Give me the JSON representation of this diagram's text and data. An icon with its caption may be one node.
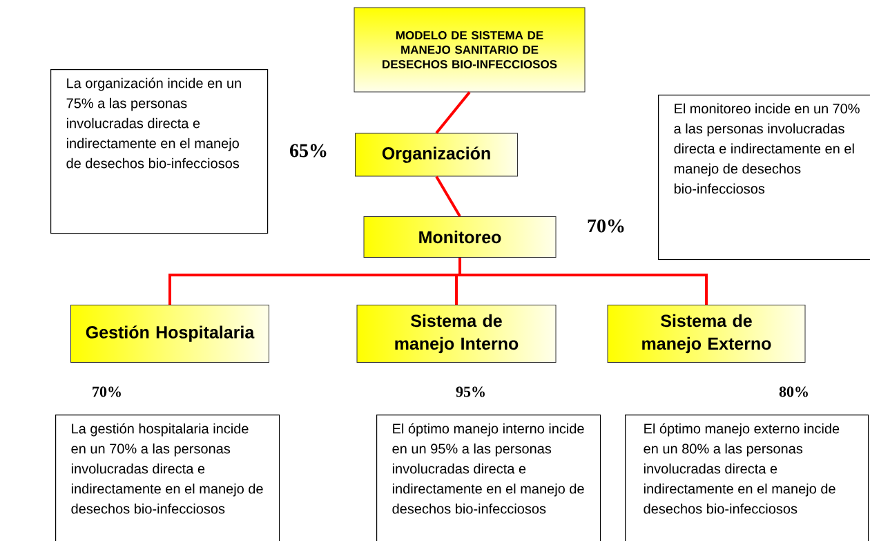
{
  "diagram": {
    "nodes": [
      {
        "text": [
          "MODELO DE SISTEMA DE MANEJO SANITARIO DE DESECHOS BIO-INFECCIOSOS"
        ]
      },
      {
        "text": [
          "Organización"
        ],
        "beside": [
          "65%"
        ]
      },
      {
        "text": [
          "Monitoreo"
        ],
        "beside": [
          "70%"
        ]
      },
      {
        "text": [
          "Gestión Hospitalaria"
        ],
        "beside": [
          "70%"
        ]
      },
      {
        "text": [
          "Sistema de manejo Interno"
        ],
        "beside": [
          "95%"
        ]
      },
      {
        "text": [
          "Sistema de manejo Externo"
        ],
        "beside": [
          "80%"
        ]
      },
      {
        "text": [
          "La organización incide en un 75% a las personas involucradas directa e indirectamente en el manejo de desechos bio-infecciosos"
        ]
      },
      {
        "text": [
          "El monitoreo incide en un 70% a las personas involucradas directa e indirectamente en el manejo de desechos bio-infecciosos"
        ]
      },
      {
        "text": [
          "La gestión hospitalaria incide en un 70% a las personas involucradas directa e indirectamente en el manejo de desechos bio-infecciosos"
        ]
      },
      {
        "text": [
          "El óptimo manejo interno incide en un 95% a las personas involucradas directa e indirectamente en el manejo de desechos bio-infecciosos"
        ]
      },
      {
        "text": [
          "El óptimo manejo externo incide en un 80% a las personas involucradas directa e indirectamente en el manejo de desechos bio-infecciosos"
        ]
      }
    ],
    "edges": [
      {
        "from": 0,
        "to": 1,
        "arrow": "none"
      },
      {
        "from": 1,
        "to": 2,
        "arrow": "none"
      },
      {
        "from": 2,
        "to": 3,
        "arrow": "none"
      },
      {
        "from": 2,
        "to": 4,
        "arrow": "none"
      },
      {
        "from": 2,
        "to": 5,
        "arrow": "none"
      }
    ]
  }
}
